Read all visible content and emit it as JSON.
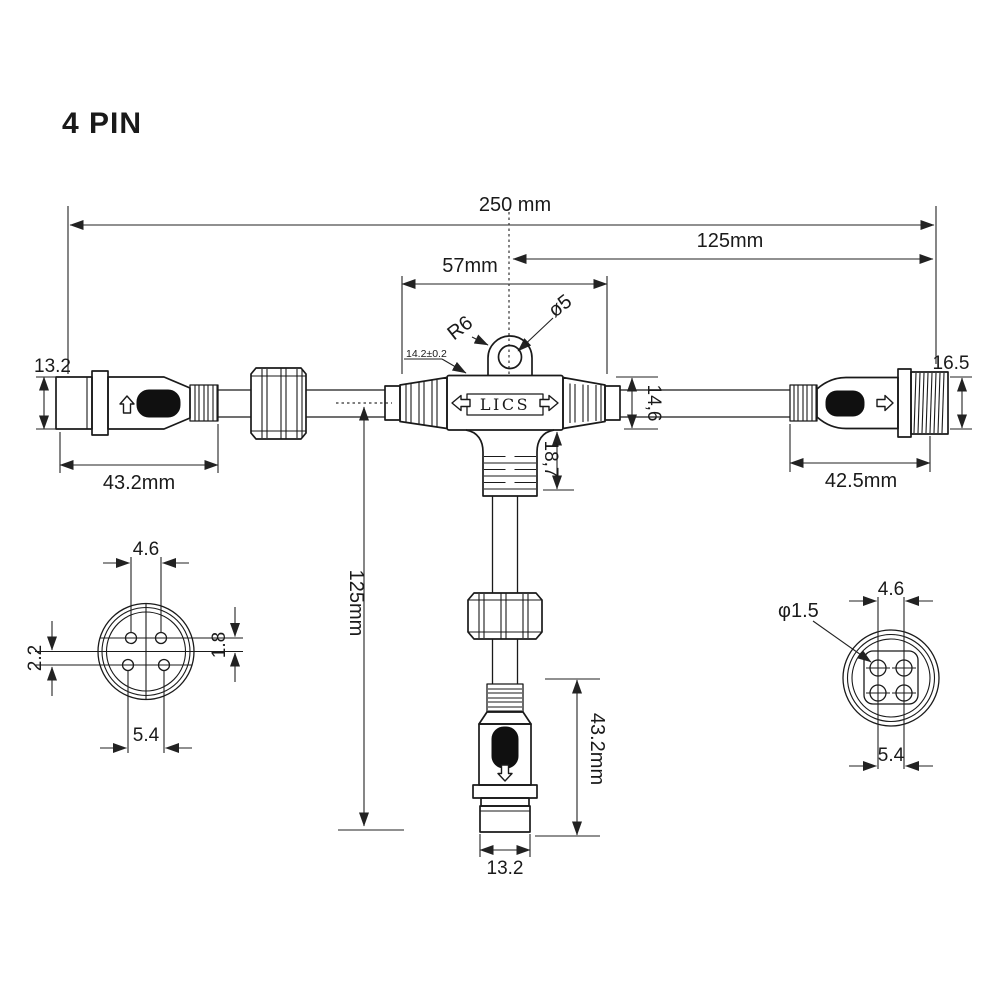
{
  "title": "4 PIN",
  "colors": {
    "line": "#1a1a1a",
    "background": "#ffffff",
    "latch": "#101010"
  },
  "dimensions": {
    "overall_length": "250 mm",
    "right_half_length": "125mm",
    "tee_width": "57mm",
    "drop_length": "125mm",
    "tee_height": "14,6",
    "branch_length": "18,7",
    "ring_radius": "R6",
    "hole_diameter": "ø5",
    "tab_note": "14.2±0.2"
  },
  "tee_body": {
    "brand": "LICS"
  },
  "left_connector": {
    "diameter": "13.2",
    "length": "43.2mm"
  },
  "right_connector": {
    "thread_diameter": "16.5",
    "length": "42.5mm"
  },
  "bottom_connector": {
    "diameter": "13.2",
    "length": "43.2mm"
  },
  "male_pin_view": {
    "top_pitch": "4.6",
    "bottom_pitch": "5.4",
    "offset_left": "2.2",
    "offset_right": "1.8"
  },
  "female_pin_view": {
    "pin_diameter": "φ1.5",
    "top_pitch": "4.6",
    "bottom_pitch": "5.4"
  }
}
